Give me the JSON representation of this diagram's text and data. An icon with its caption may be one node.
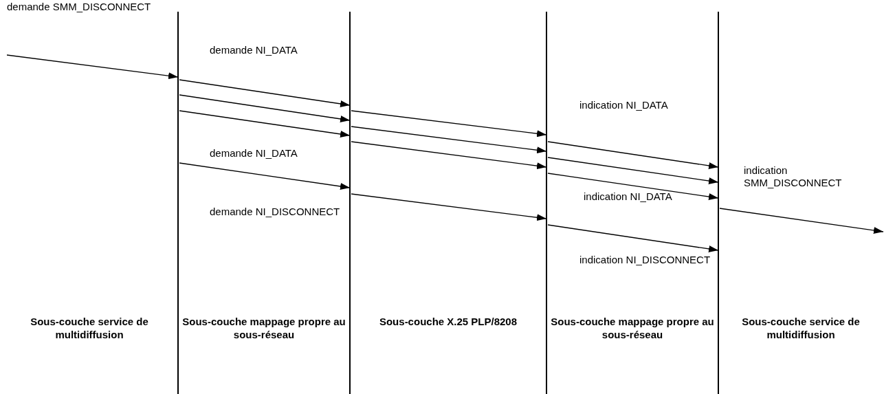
{
  "diagram": {
    "nodes": [
      {
        "text": [],
        "shape": "bar"
      },
      {
        "text": [],
        "shape": "bar"
      },
      {
        "text": [],
        "shape": "bar"
      },
      {
        "text": [],
        "shape": "bar"
      }
    ],
    "edges": [
      {
        "from": null,
        "to": 0,
        "arrow": "to"
      },
      {
        "from": 0,
        "to": 1,
        "arrow": "to"
      },
      {
        "from": 0,
        "to": 1,
        "arrow": "to"
      },
      {
        "from": 0,
        "to": 1,
        "arrow": "to"
      },
      {
        "from": 0,
        "to": 1,
        "arrow": "to"
      },
      {
        "from": 1,
        "to": 2,
        "arrow": "to"
      },
      {
        "from": 1,
        "to": 2,
        "arrow": "to"
      },
      {
        "from": 1,
        "to": 2,
        "arrow": "to"
      },
      {
        "from": 1,
        "to": 2,
        "arrow": "to"
      },
      {
        "from": 2,
        "to": 3,
        "arrow": "to"
      },
      {
        "from": 2,
        "to": 3,
        "arrow": "to"
      },
      {
        "from": 2,
        "to": 3,
        "arrow": "to"
      },
      {
        "from": 2,
        "to": 3,
        "arrow": "to"
      },
      {
        "from": 3,
        "to": null,
        "arrow": "to"
      }
    ],
    "labels": [
      "demande SMM_DISCONNECT",
      "demande NI_DATA",
      "indication NI_DATA",
      "demande NI_DATA",
      "indication SMM_DISCONNECT",
      "indication NI_DATA",
      "demande NI_DISCONNECT",
      "indication NI_DISCONNECT",
      "Sous-couche service de multidiffusion",
      "Sous-couche mappage propre au sous-réseau",
      "Sous-couche X.25 PLP/8208",
      "Sous-couche mappage propre au sous-réseau",
      "Sous-couche service de multidiffusion"
    ]
  }
}
